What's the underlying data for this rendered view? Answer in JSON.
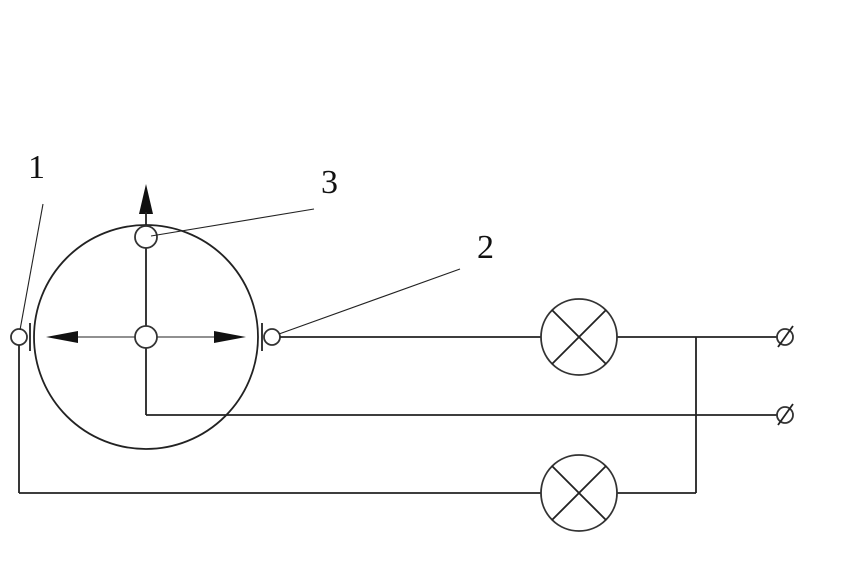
{
  "labels": {
    "one": "1",
    "two": "2",
    "three": "3"
  },
  "icons": {
    "lamp": "lamp-cross-circle",
    "terminal": "terminal-slashed-circle",
    "contact": "small-contact-circle",
    "arrow": "arrowhead"
  },
  "colors": {
    "stroke": "#222222",
    "background": "#ffffff"
  }
}
